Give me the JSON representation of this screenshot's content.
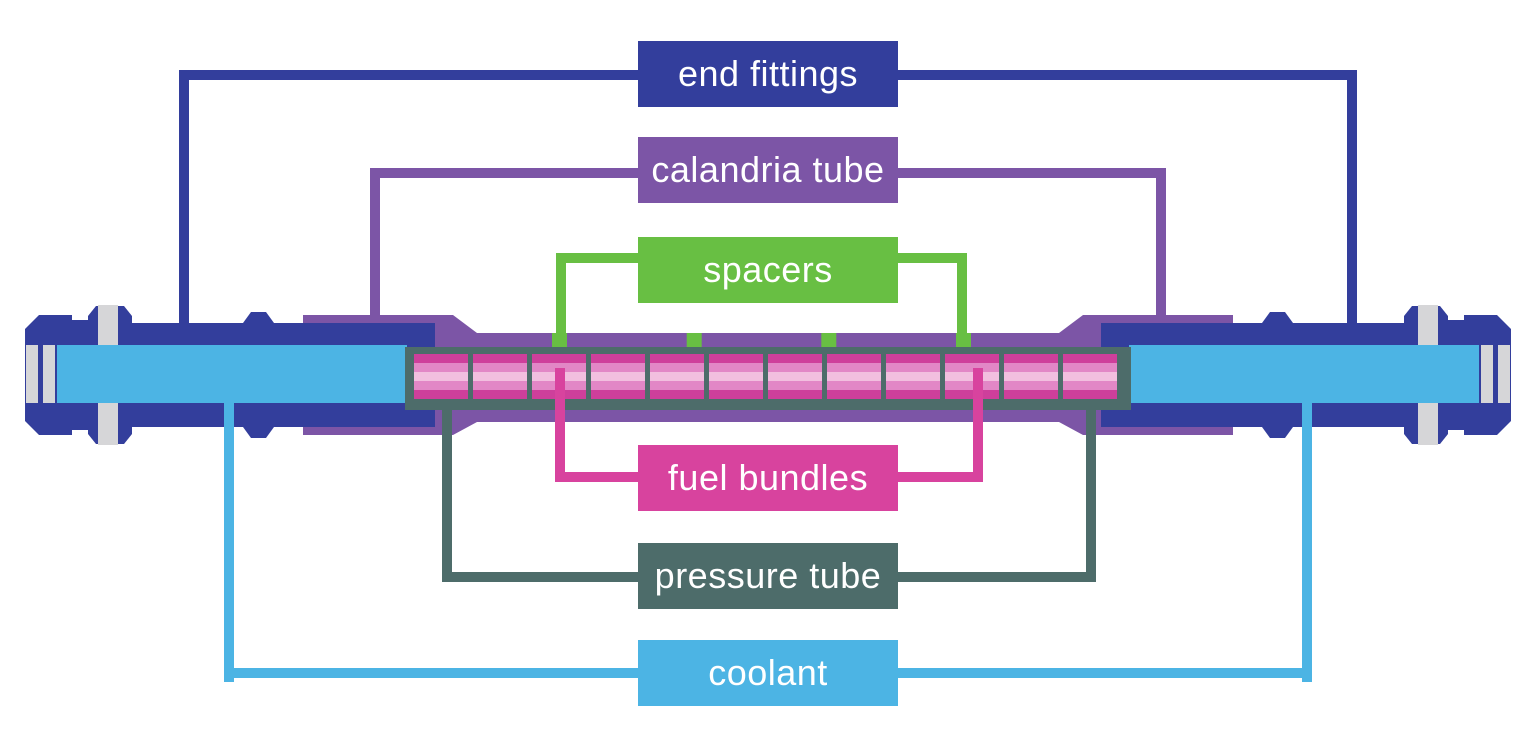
{
  "labels": [
    {
      "id": "end-fittings",
      "text": "end fittings",
      "color": "#333e9c"
    },
    {
      "id": "calandria-tube",
      "text": "calandria tube",
      "color": "#7c55a6"
    },
    {
      "id": "spacers",
      "text": "spacers",
      "color": "#68bf43"
    },
    {
      "id": "fuel-bundles",
      "text": "fuel bundles",
      "color": "#d8439e"
    },
    {
      "id": "pressure-tube",
      "text": "pressure tube",
      "color": "#4d6c6a"
    },
    {
      "id": "coolant",
      "text": "coolant",
      "color": "#4cb4e4"
    }
  ],
  "components": {
    "end_fittings": {
      "count": 2
    },
    "fuel_bundles": {
      "count": 12,
      "stripe_colors": [
        "#ce3f9b",
        "#e287c6",
        "#f2bfdf",
        "#e287c6",
        "#ce3f9b"
      ]
    },
    "spacers": {
      "count": 4
    }
  },
  "colors": {
    "end_fittings": "#333e9c",
    "calandria_tube": "#7c55a6",
    "spacers": "#68bf43",
    "fuel_bundles": "#d8439e",
    "pressure_tube": "#4d6c6a",
    "coolant": "#4cb4e4",
    "metal_gray": "#d6d6d8",
    "background": "#ffffff"
  }
}
